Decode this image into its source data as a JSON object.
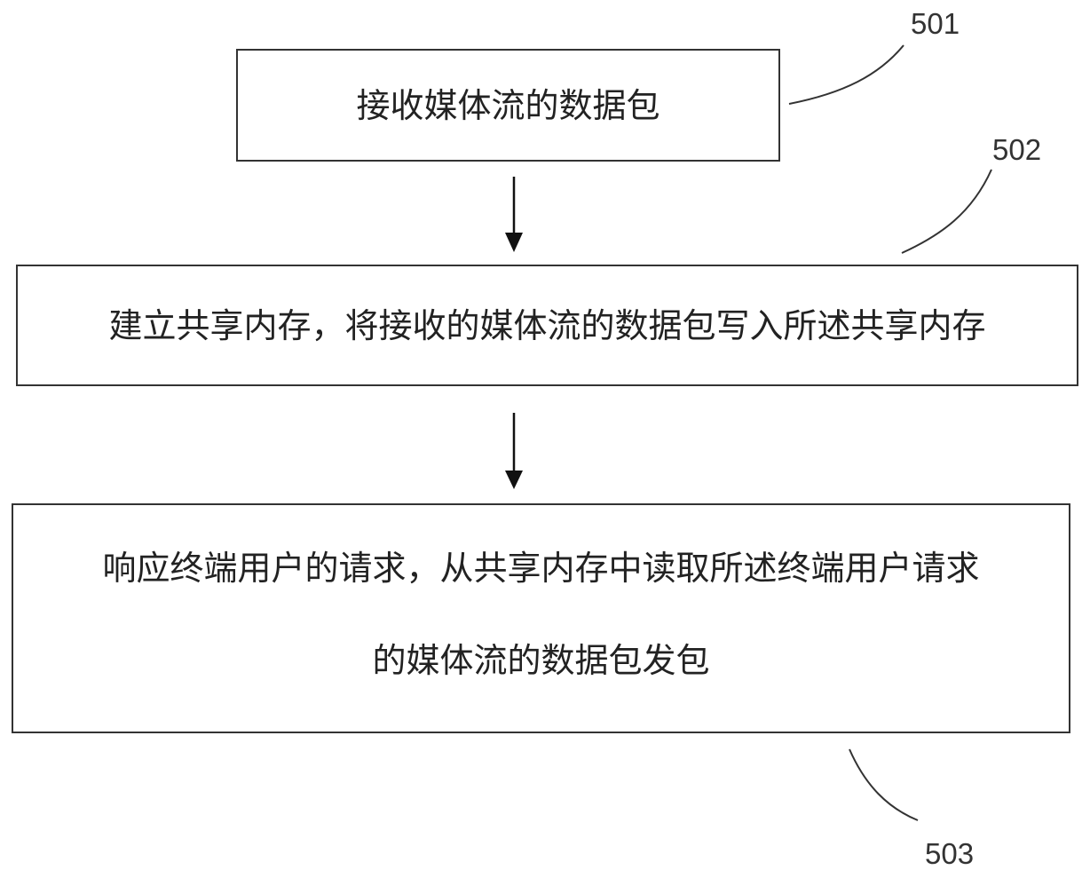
{
  "diagram": {
    "type": "flowchart",
    "steps": [
      {
        "ref": "501",
        "text": "接收媒体流的数据包"
      },
      {
        "ref": "502",
        "text": "建立共享内存，将接收的媒体流的数据包写入所述共享内存"
      },
      {
        "ref": "503",
        "text_lines": [
          "响应终端用户的请求，从共享内存中读取所述终端用户请求",
          "的媒体流的数据包发包"
        ]
      }
    ],
    "arrows": [
      {
        "from": "501",
        "to": "502"
      },
      {
        "from": "502",
        "to": "503"
      }
    ]
  }
}
